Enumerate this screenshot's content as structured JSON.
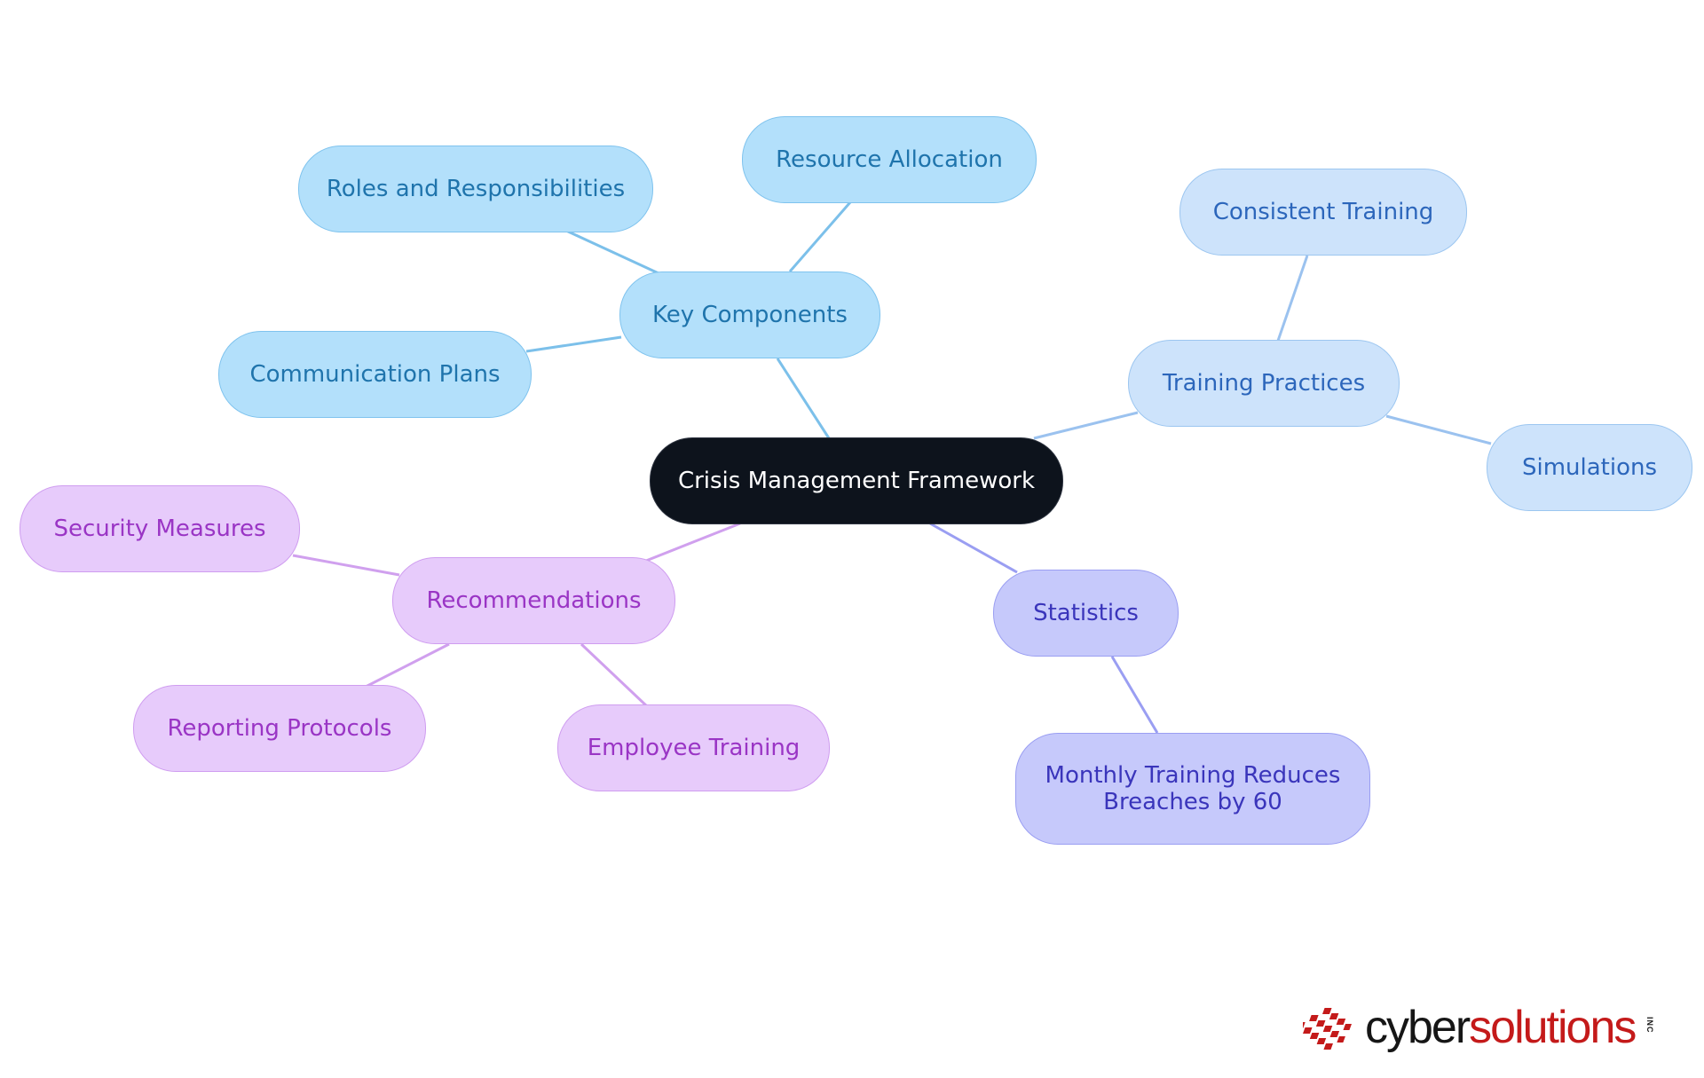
{
  "diagram": {
    "root": "Crisis Management Framework",
    "branches": [
      {
        "label": "Key Components",
        "color": "#7cc0ea",
        "children": [
          "Roles and Responsibilities",
          "Resource Allocation",
          "Communication Plans"
        ]
      },
      {
        "label": "Training Practices",
        "color": "#9bc2ef",
        "children": [
          "Consistent Training",
          "Simulations"
        ]
      },
      {
        "label": "Statistics",
        "color": "#9a9ef2",
        "children": [
          "Monthly Training Reduces\nBreaches by 60"
        ]
      },
      {
        "label": "Recommendations",
        "color": "#d0a0ee",
        "children": [
          "Security Measures",
          "Reporting Protocols",
          "Employee Training"
        ]
      }
    ]
  },
  "logo": {
    "word_dark": "cyber",
    "word_red": "solutions",
    "suffix": "INC"
  }
}
